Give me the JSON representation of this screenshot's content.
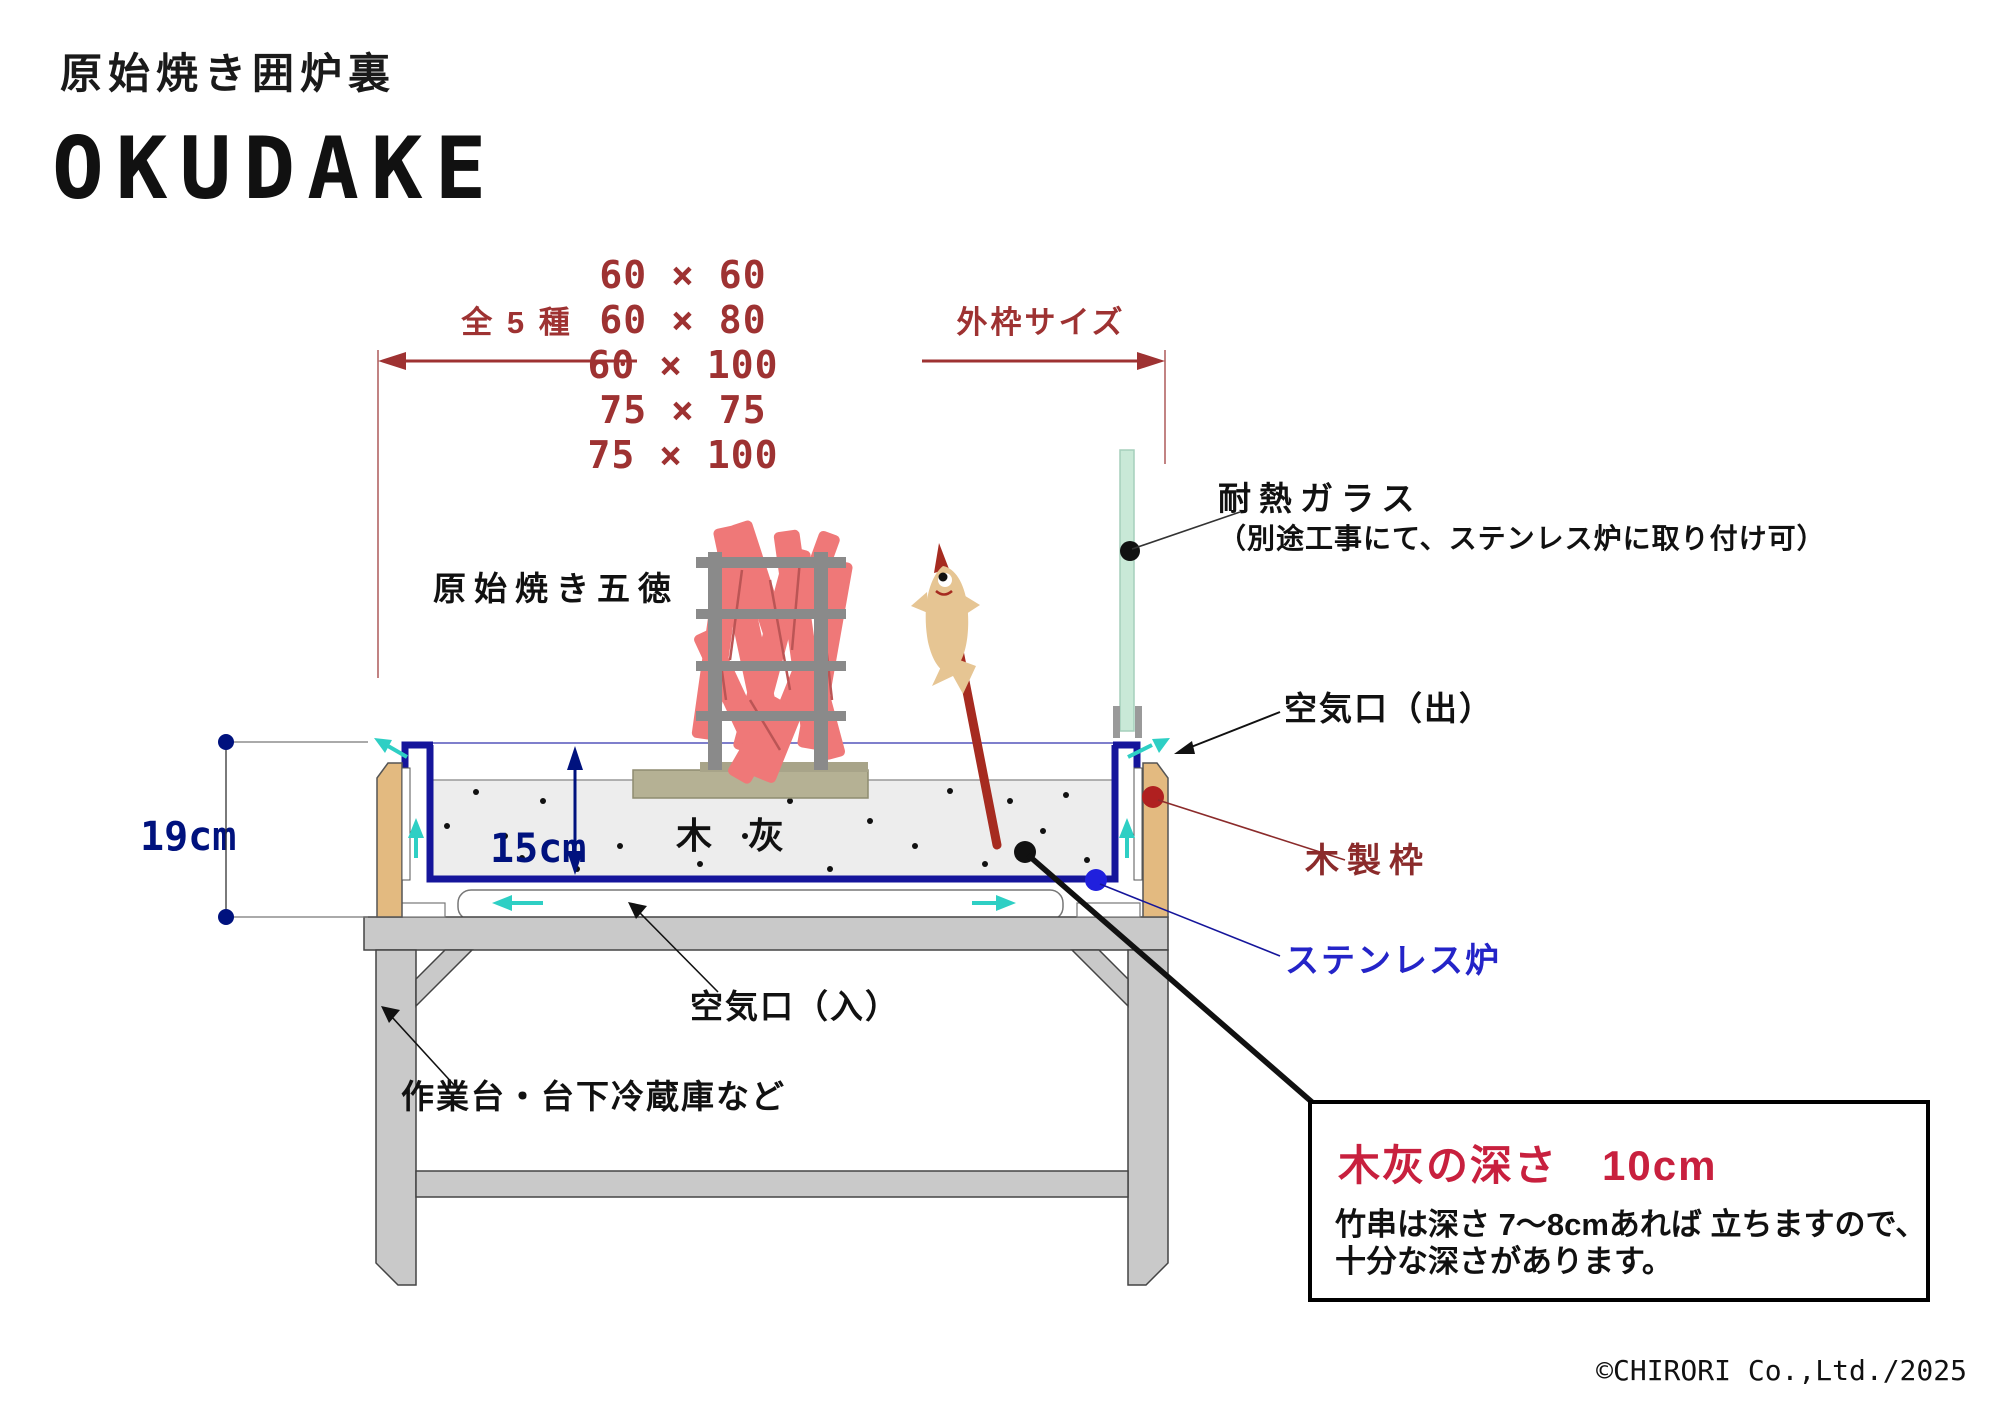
{
  "header": {
    "subtitle": "原始焼き囲炉裏",
    "title": "OKUDAKE"
  },
  "dimensions": {
    "variants_label": "全 5 種",
    "outer_frame_label": "外枠サイズ",
    "sizes": [
      "60 ×  60",
      "60 ×  80",
      "60 × 100",
      "75 ×  75",
      "75 × 100"
    ],
    "total_depth": "19cm",
    "tub_depth": "15cm"
  },
  "labels": {
    "gotoku": "原始焼き五徳",
    "heat_glass": "耐熱ガラス",
    "heat_glass_note": "（別途工事にて、ステンレス炉に取り付け可）",
    "air_out": "空気口（出）",
    "wood_frame": "木製枠",
    "stainless_hearth": "ステンレス炉",
    "air_in": "空気口（入）",
    "worktable": "作業台・台下冷蔵庫など",
    "wood_ash": "木　灰"
  },
  "callout": {
    "title": "木灰の深さ　10cm",
    "body_line1": "竹串は深さ 7～8cmあれば 立ちますので、",
    "body_line2": "十分な深さがあります。"
  },
  "footer": {
    "copyright": "©CHIRORI Co.,Ltd./2025"
  },
  "colors": {
    "dimension_red": "#9e3232",
    "hearth_navy": "#15159b",
    "air_cyan": "#2ecfc4",
    "stainless_label_blue": "#2424c8",
    "wood_label_red": "#8b2b2b",
    "callout_red": "#c8203e",
    "glass_green": "#c9e9d7",
    "wood_tan": "#e3ba80",
    "ash_gray": "#ededed",
    "steel_gray": "#c9c9c9"
  }
}
